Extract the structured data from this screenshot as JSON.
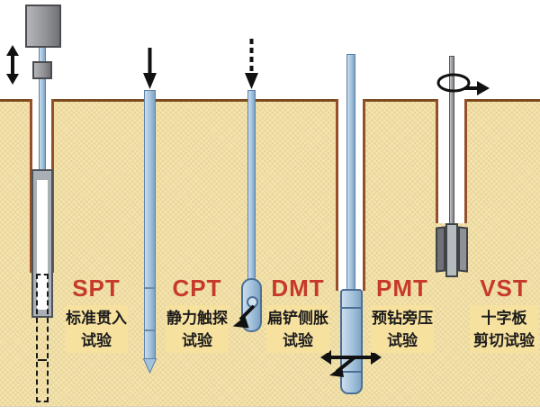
{
  "diagram": {
    "subject": "in-situ geotechnical field tests",
    "colors": {
      "soil": "#f3e3ad",
      "soil_top_border": "#7b4a1e",
      "borehole_wall": "#94502a",
      "rod_blue": "#a3c2dc",
      "rod_blue_border": "#5d82a8",
      "metal_gray": "#8f9195",
      "metal_border": "#4a4c50",
      "acronym_red": "#c63a2b",
      "label_text": "#1c1c1c",
      "label_highlight": "#f7e19f",
      "arrow_black": "#111111"
    },
    "tests": [
      {
        "id": "spt",
        "acronym": "SPT",
        "name_line1": "标准贯入",
        "name_line2": "试验",
        "arrow_icon": "updown-impact-arrow"
      },
      {
        "id": "cpt",
        "acronym": "CPT",
        "name_line1": "静力触探",
        "name_line2": "试验",
        "arrow_icon": "solid-down-push-arrow"
      },
      {
        "id": "dmt",
        "acronym": "DMT",
        "name_line1": "扁铲侧胀",
        "name_line2": "试验",
        "arrow_icon": "dashed-down-push-arrow"
      },
      {
        "id": "pmt",
        "acronym": "PMT",
        "name_line1": "预钻旁压",
        "name_line2": "试验",
        "arrow_icon": "horizontal-expansion-arrows"
      },
      {
        "id": "vst",
        "acronym": "VST",
        "name_line1": "十字板",
        "name_line2": "剪切试验",
        "arrow_icon": "rotation-arrow"
      }
    ]
  }
}
